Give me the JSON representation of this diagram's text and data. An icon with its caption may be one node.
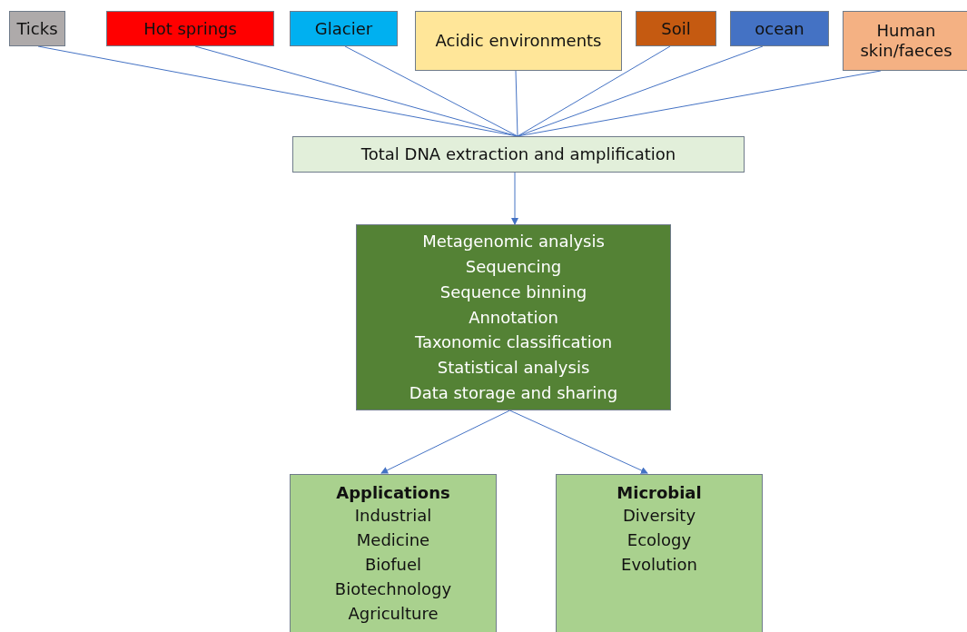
{
  "diagram": {
    "nodes": [
      {
        "text": [
          "Ticks"
        ]
      },
      {
        "text": [
          "Hot springs"
        ]
      },
      {
        "text": [
          "Glacier"
        ]
      },
      {
        "text": [
          "Acidic environments"
        ]
      },
      {
        "text": [
          "Soil"
        ]
      },
      {
        "text": [
          "ocean"
        ]
      },
      {
        "text": [
          "Human skin/faeces"
        ]
      },
      {
        "text": [
          "Total DNA extraction and amplification"
        ]
      },
      {
        "text": [
          "Metagenomic analysis",
          "Sequencing",
          "Sequence binning",
          "Annotation",
          "Taxonomic classification",
          "Statistical analysis",
          "Data storage and sharing"
        ]
      },
      {
        "text": [
          "Applications",
          "Industrial",
          "Medicine",
          "Biofuel",
          "Biotechnology",
          "Agriculture"
        ]
      },
      {
        "text": [
          "Microbial",
          "Diversity",
          "Ecology",
          "Evolution"
        ]
      }
    ],
    "edges": [
      {
        "from": 0,
        "to": 7,
        "arrow": "none"
      },
      {
        "from": 1,
        "to": 7,
        "arrow": "none"
      },
      {
        "from": 2,
        "to": 7,
        "arrow": "none"
      },
      {
        "from": 3,
        "to": 7,
        "arrow": "none"
      },
      {
        "from": 4,
        "to": 7,
        "arrow": "none"
      },
      {
        "from": 5,
        "to": 7,
        "arrow": "none"
      },
      {
        "from": 6,
        "to": 7,
        "arrow": "none"
      },
      {
        "from": 7,
        "to": 8,
        "arrow": "to"
      },
      {
        "from": 8,
        "to": 9,
        "arrow": "to"
      },
      {
        "from": 8,
        "to": 10,
        "arrow": "to"
      }
    ]
  }
}
